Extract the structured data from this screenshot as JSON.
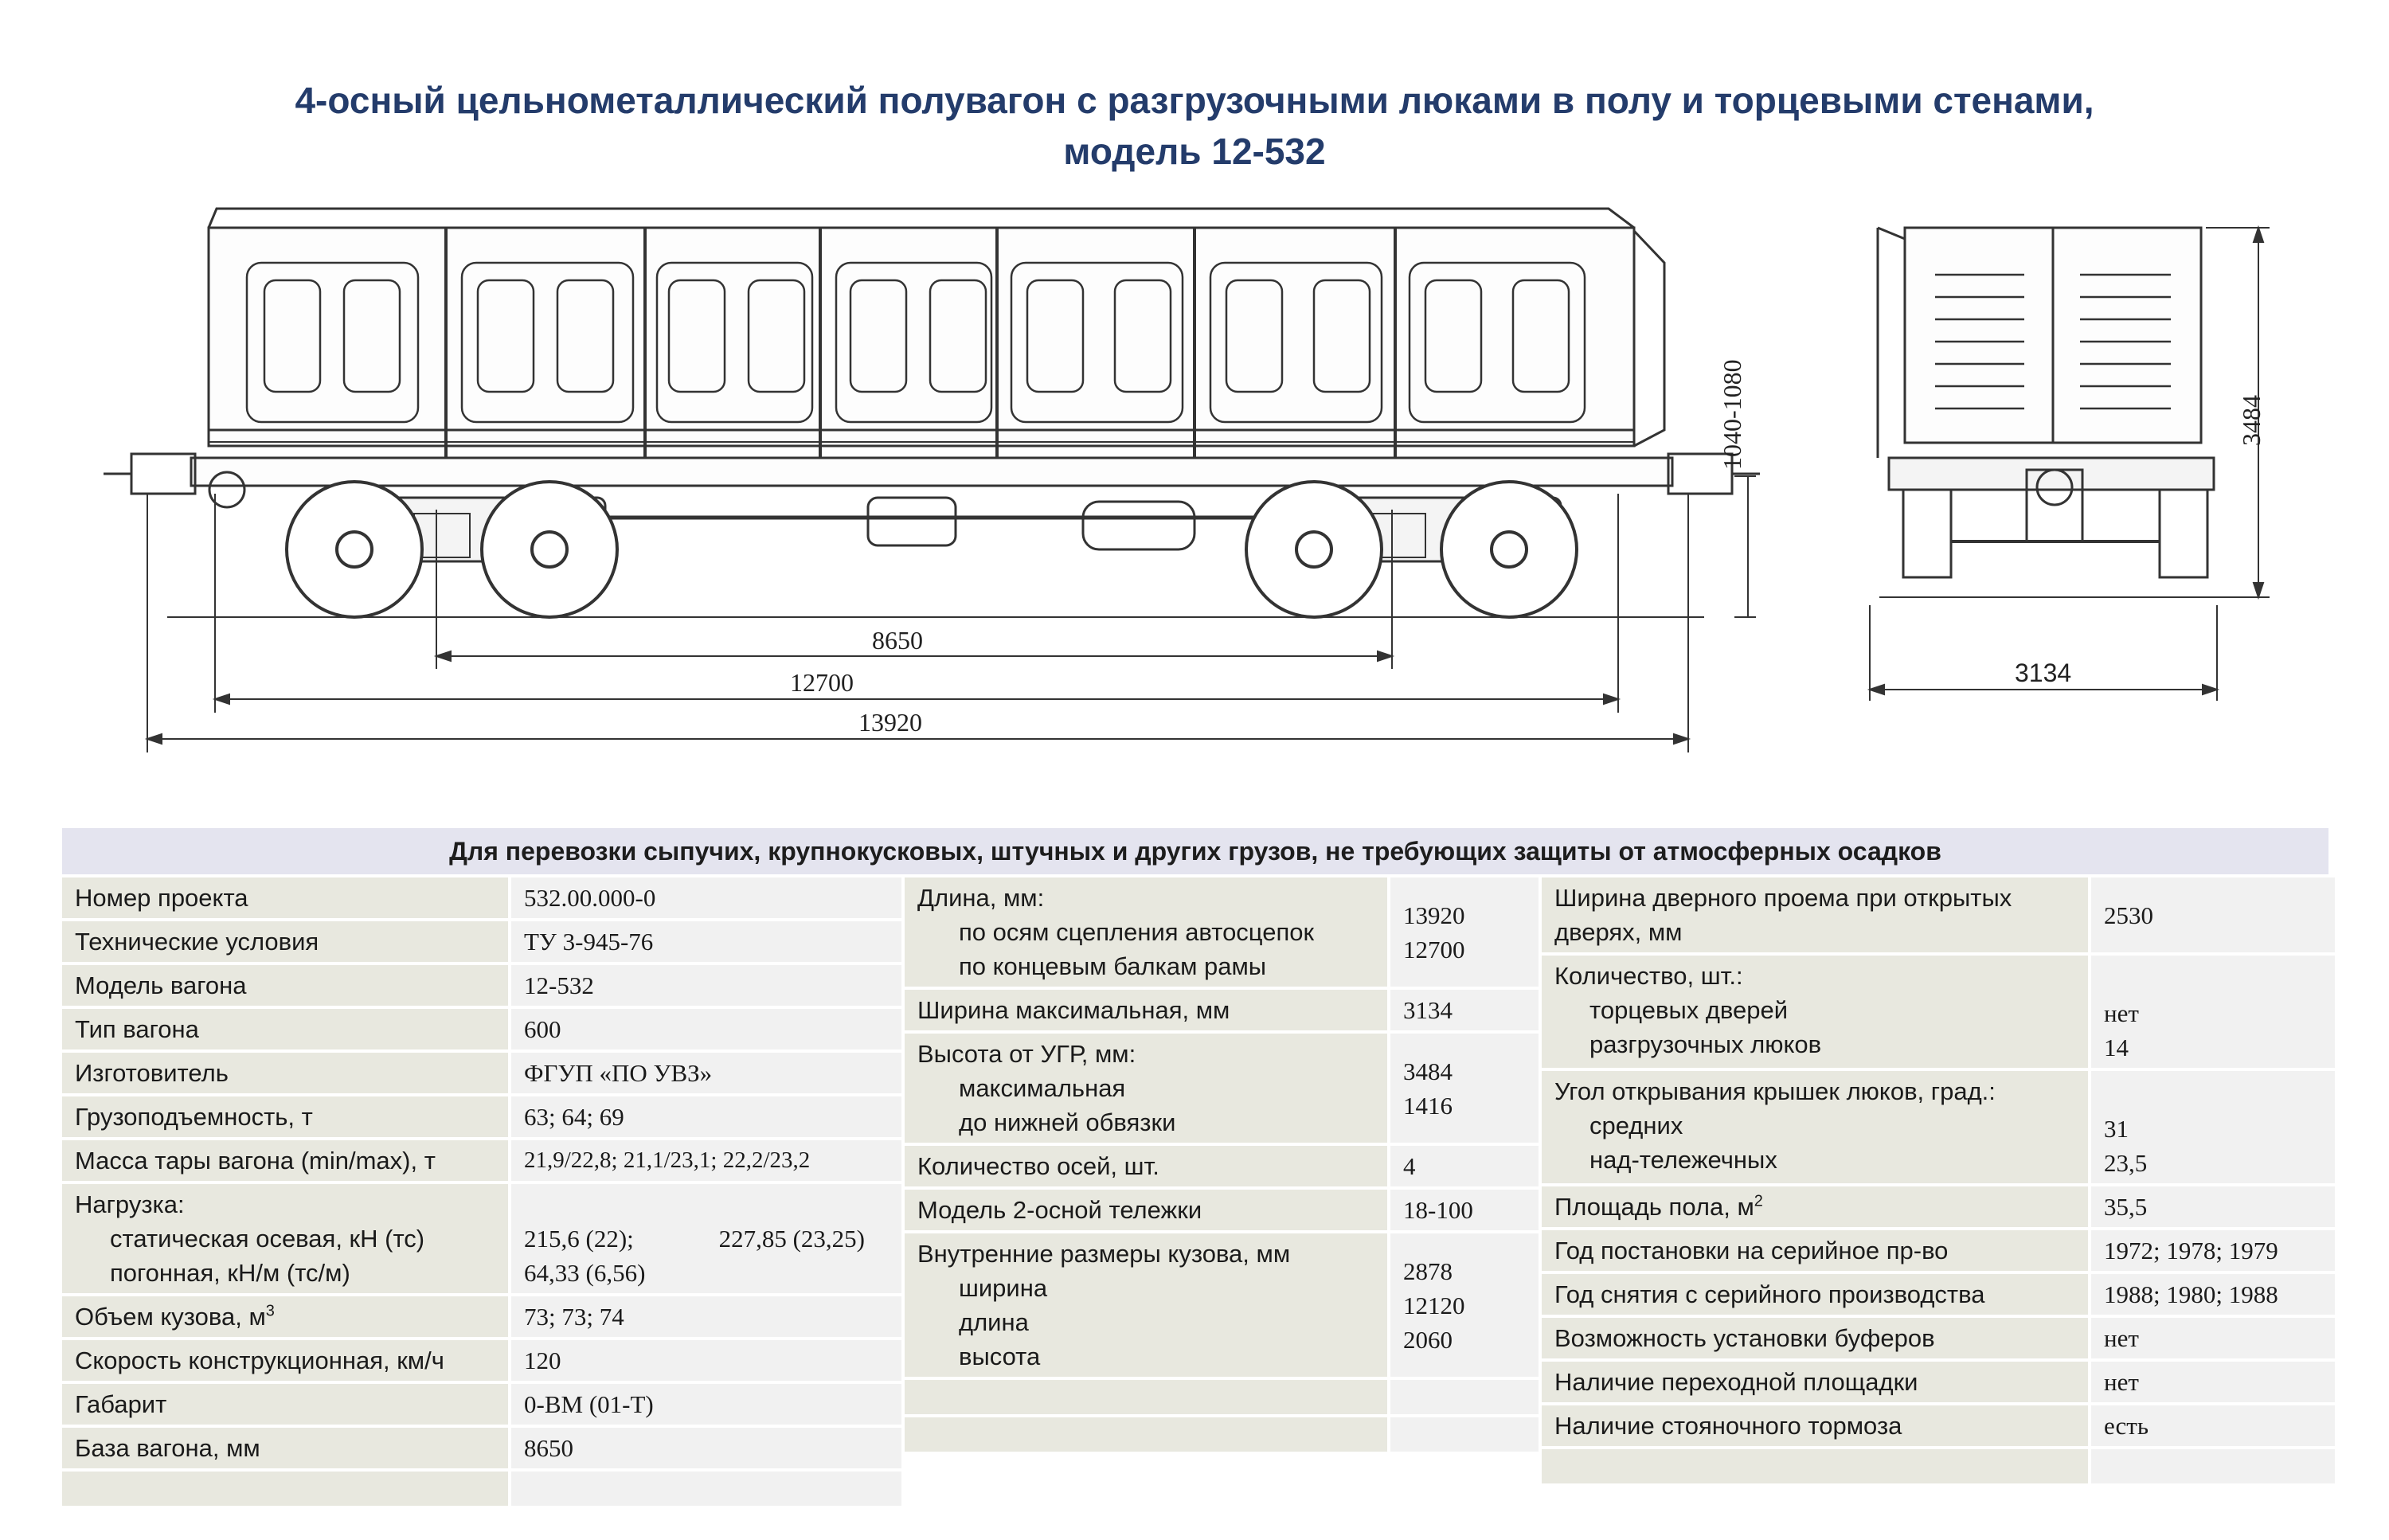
{
  "title": {
    "line1": "4-осный цельнометаллический полувагон с разгрузочными люками в полу и торцевыми стенами,",
    "line2": "модель 12-532"
  },
  "drawing": {
    "dim_base": "8650",
    "dim_frame": "12700",
    "dim_coupler": "13920",
    "dim_coupler_height": "1040-1080",
    "dim_height": "3484",
    "dim_width": "3134"
  },
  "table": {
    "header": "Для перевозки сыпучих, крупнокусковых, штучных и других грузов, не требующих защиты от атмосферных осадков",
    "col1": {
      "project_k": "Номер проекта",
      "project_v": "532.00.000-0",
      "tu_k": "Технические условия",
      "tu_v": "ТУ 3-945-76",
      "model_k": "Модель вагона",
      "model_v": "12-532",
      "type_k": "Тип вагона",
      "type_v": "600",
      "maker_k": "Изготовитель",
      "maker_v": "ФГУП «ПО УВЗ»",
      "capacity_k": "Грузоподъемность, т",
      "capacity_v": "63;   64;  69",
      "tare_k": "Масса тары вагона (min/max), т",
      "tare_v": "21,9/22,8;   21,1/23,1;   22,2/23,2",
      "load_k": "Нагрузка:",
      "load_axle_k": "статическая осевая, кН (тс)",
      "load_axle_v1": "215,6 (22);",
      "load_axle_v2": "227,85 (23,25)",
      "load_lin_k": "погонная, кН/м (тс/м)",
      "load_lin_v": "64,33 (6,56)",
      "volume_k": "Объем кузова, м",
      "volume_sup": "3",
      "volume_v": "73;  73;  74",
      "speed_k": "Скорость конструкционная, км/ч",
      "speed_v": "120",
      "gauge_k": "Габарит",
      "gauge_v": "0-ВМ (01-Т)",
      "base_k": "База вагона, мм",
      "base_v": "8650"
    },
    "col2": {
      "length_k": "Длина, мм:",
      "length_coupler_k": "по осям сцепления автосцепок",
      "length_coupler_v": "13920",
      "length_frame_k": "по концевым балкам рамы",
      "length_frame_v": "12700",
      "width_k": "Ширина максимальная, мм",
      "width_v": "3134",
      "height_k": "Высота от УГР, мм:",
      "height_max_k": "максимальная",
      "height_max_v": "3484",
      "height_low_k": "до нижней обвязки",
      "height_low_v": "1416",
      "axles_k": "Количество осей, шт.",
      "axles_v": "4",
      "bogie_k": "Модель 2-осной тележки",
      "bogie_v": "18-100",
      "inner_k": "Внутренние размеры кузова, мм",
      "inner_w_k": "ширина",
      "inner_w_v": "2878",
      "inner_l_k": "длина",
      "inner_l_v": "12120",
      "inner_h_k": "высота",
      "inner_h_v": "2060"
    },
    "col3": {
      "door_k": "Ширина дверного проема при открытых дверях, мм",
      "door_v": "2530",
      "qty_k": "Количество, шт.:",
      "qty_end_k": "торцевых дверей",
      "qty_end_v": "нет",
      "qty_hatch_k": "разгрузочных люков",
      "qty_hatch_v": "14",
      "angle_k": "Угол открывания крышек люков, град.:",
      "angle_mid_k": "средних",
      "angle_mid_v": "31",
      "angle_bogie_k": "над-тележечных",
      "angle_bogie_v": "23,5",
      "floor_k": "Площадь пола, м",
      "floor_sup": "2",
      "floor_v": "35,5",
      "start_k": "Год постановки на серийное пр-во",
      "start_v": "1972; 1978; 1979",
      "end_k": "Год снятия с серийного производства",
      "end_v": "1988; 1980; 1988",
      "buffers_k": "Возможность установки буферов",
      "buffers_v": "нет",
      "platform_k": "Наличие переходной площадки",
      "platform_v": "нет",
      "brake_k": "Наличие стояночного тормоза",
      "brake_v": "есть"
    }
  }
}
